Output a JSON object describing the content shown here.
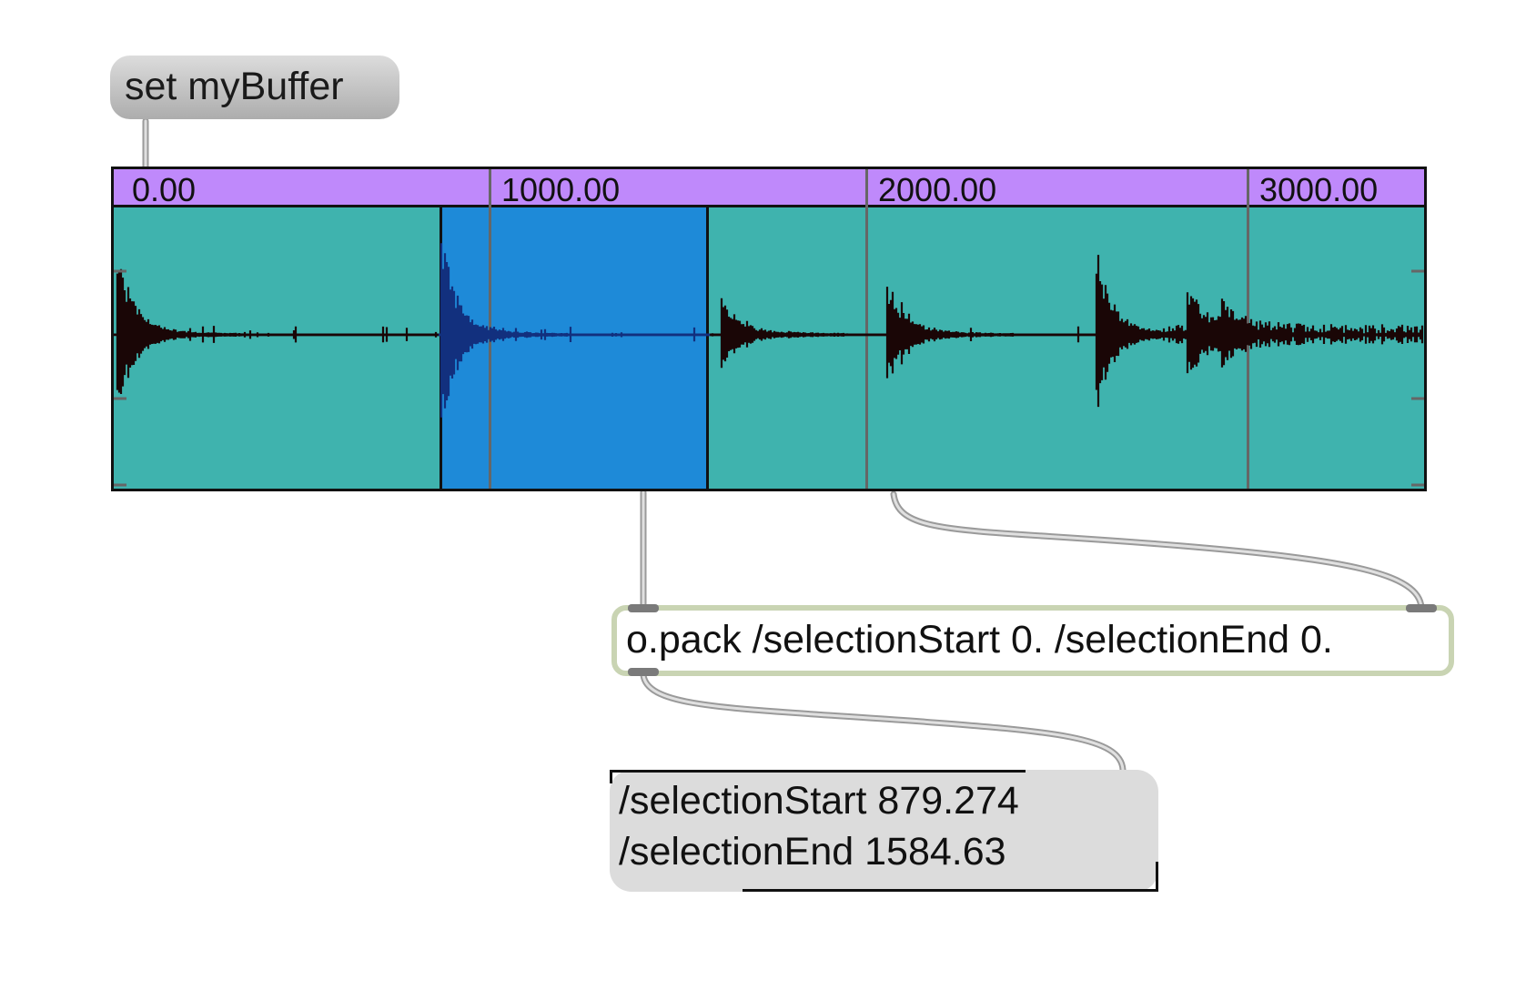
{
  "message_box": {
    "text": "set myBuffer"
  },
  "waveform": {
    "ruler_labels": [
      "0.00",
      "1000.00",
      "2000.00",
      "3000.00"
    ],
    "ruler_values": [
      0,
      1000,
      2000,
      3000
    ],
    "selection_start": 879.274,
    "selection_end": 1584.63,
    "colors": {
      "background": "#3fb3ae",
      "ruler": "#bf89fb",
      "selection": "#1e8ad8",
      "wave": "#1a0606",
      "wave_selected": "#12307e"
    }
  },
  "pack_object": {
    "text": "o.pack /selectionStart 0. /selectionEnd 0."
  },
  "display": {
    "line1": "/selectionStart 879.274",
    "line2": "/selectionEnd 1584.63"
  }
}
